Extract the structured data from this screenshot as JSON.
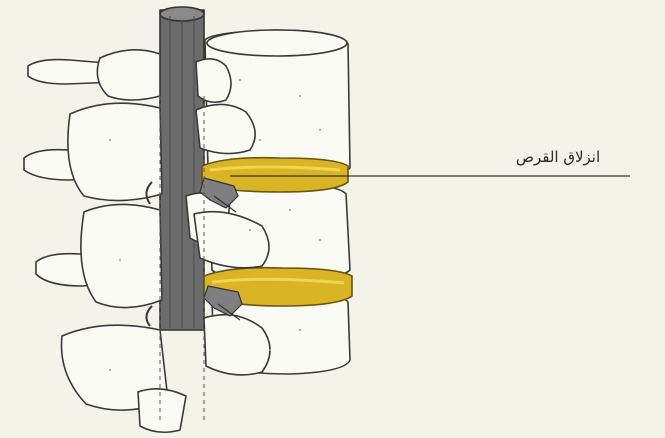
{
  "diagram": {
    "callout_label": "انزلاق القرص",
    "colors": {
      "background": "#f3f3ea",
      "bone_fill": "#fbfbf6",
      "outline": "#3a3a3a",
      "spinal_cord": "#6c6c6c",
      "disc": "#d9b526",
      "disc_highlight": "#f0d64e",
      "nerve_root": "#7f7f7f"
    },
    "parts": [
      "vertebral-body",
      "intervertebral-disc",
      "spinal-cord",
      "nerve-root",
      "spinous-process",
      "transverse-process"
    ]
  }
}
